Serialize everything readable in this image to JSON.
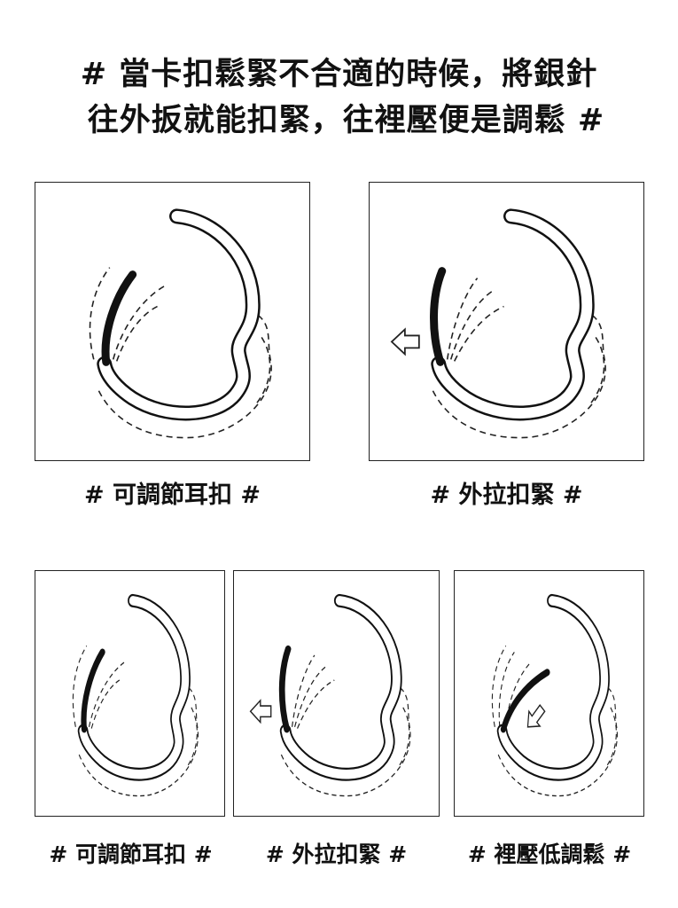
{
  "title": {
    "line1": "# 當卡扣鬆緊不合適的時候，將銀針",
    "line2": "往外扳就能扣緊，往裡壓便是調鬆 #"
  },
  "top_panels": [
    {
      "label": "# 可調節耳扣 #",
      "variant": "default"
    },
    {
      "label": "# 外拉扣緊 #",
      "variant": "pull-out"
    }
  ],
  "bottom_panels": [
    {
      "label": "# 可調節耳扣 #",
      "variant": "default"
    },
    {
      "label": "#  外拉扣緊  #",
      "variant": "pull-out"
    },
    {
      "label": "# 裡壓低調鬆 #",
      "variant": "press-in"
    }
  ]
}
